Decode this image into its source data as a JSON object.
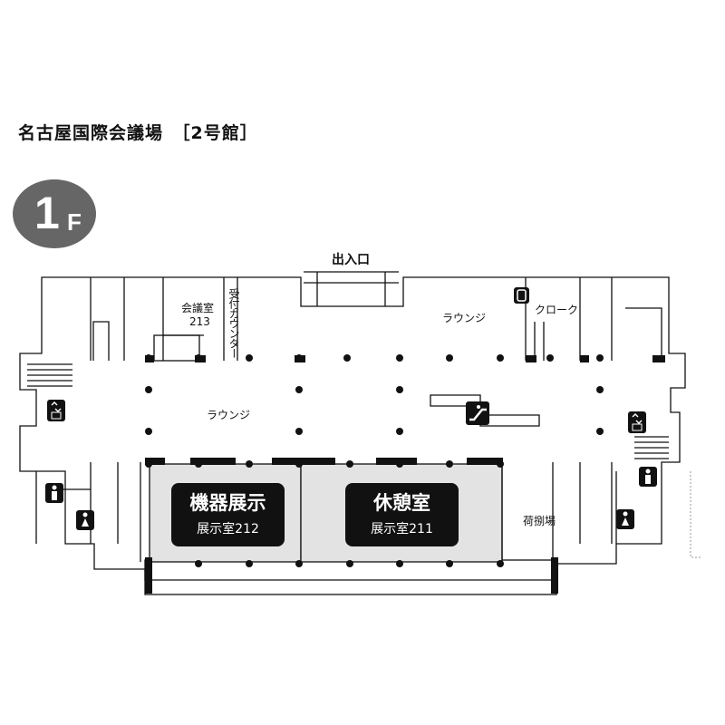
{
  "header": {
    "title": "名古屋国際会議場　［2号館］"
  },
  "floor": {
    "number": "1",
    "suffix": "F"
  },
  "labels": {
    "entrance": "出入口",
    "conference_room": "会議室",
    "conference_room_no": "213",
    "reception": "受付カウンター",
    "lounge_top": "ラウンジ",
    "lounge_left": "ラウンジ",
    "cloakroom": "クローク",
    "loading_area": "荷捌場"
  },
  "exhibits": [
    {
      "name": "機器展示",
      "room": "展示室212"
    },
    {
      "name": "休憩室",
      "room": "展示室211"
    }
  ],
  "icons": [
    "phone-icon",
    "elevator-icon",
    "escalator-icon",
    "restroom-icon"
  ],
  "colors": {
    "badge": "#666666",
    "exhibit_area": "#e3e3e3",
    "wall": "#111111"
  }
}
